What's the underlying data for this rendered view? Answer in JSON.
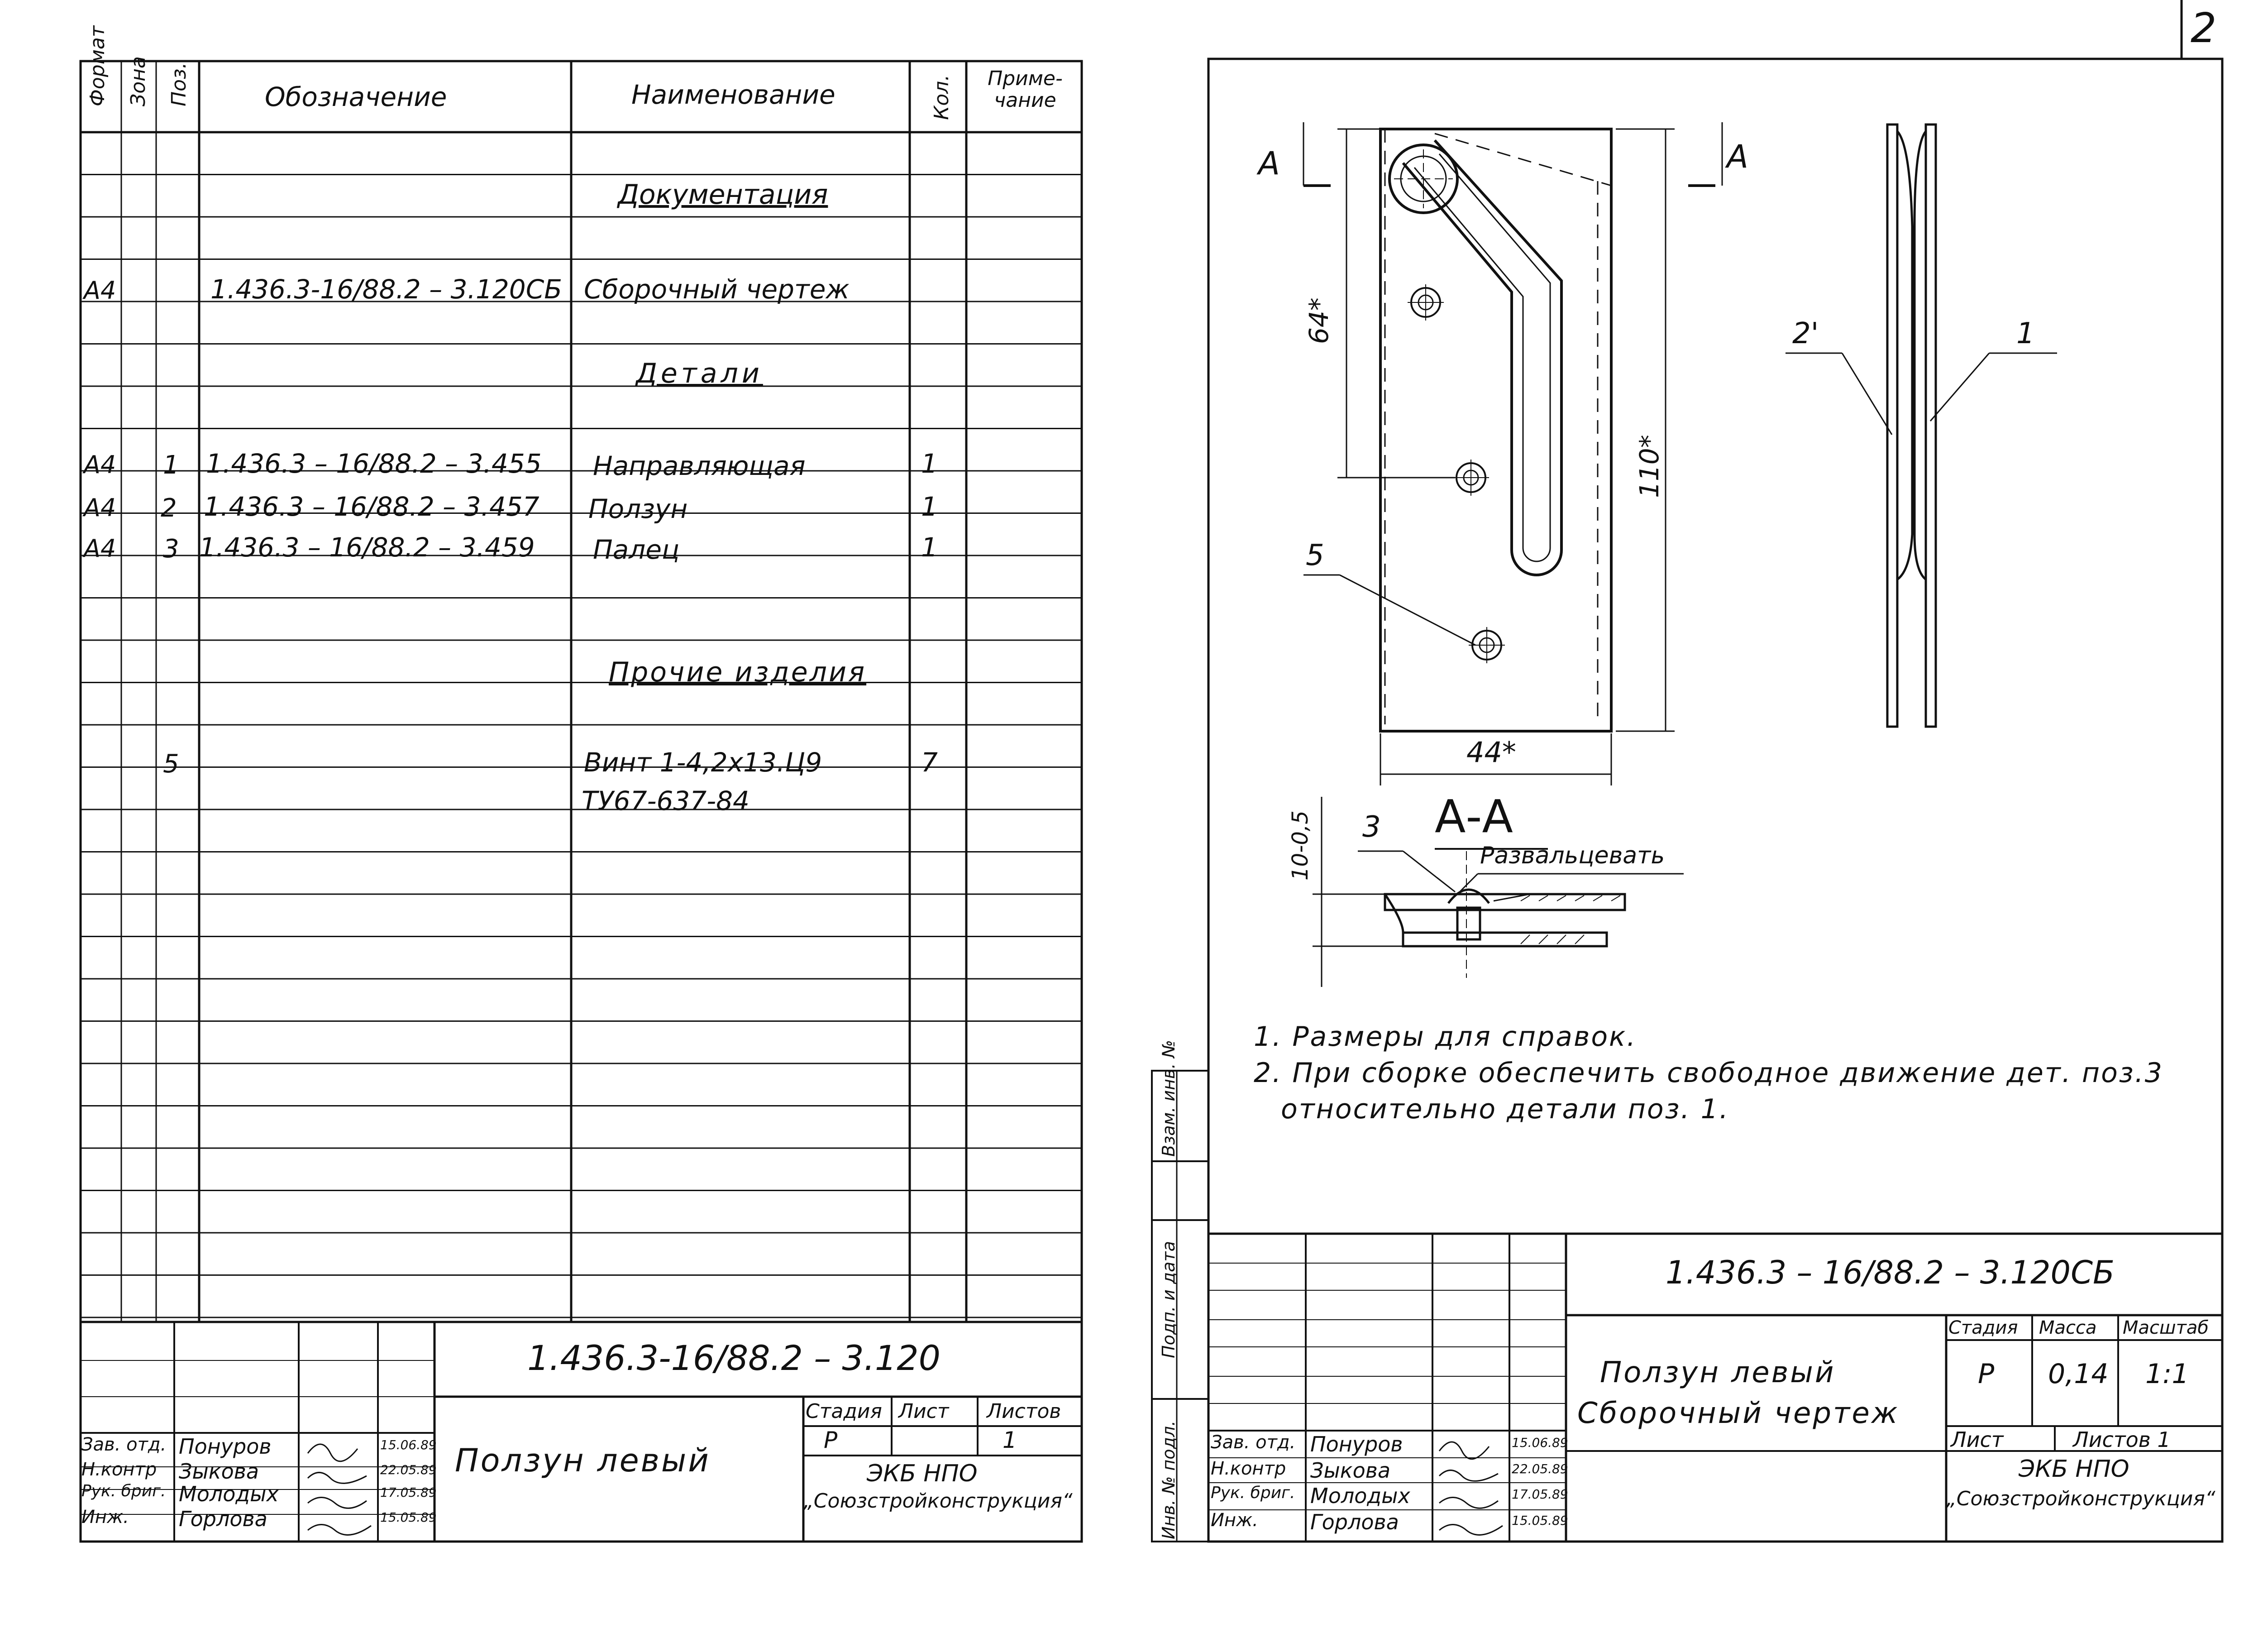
{
  "page_number": "2",
  "spec": {
    "header": {
      "format": "Формат",
      "zone": "Зона",
      "pos": "Поз.",
      "designation": "Обозначение",
      "name": "Наименование",
      "qty": "Кол.",
      "note": "Приме-чание"
    },
    "sections": {
      "documentation": "Документация",
      "parts": "Детали",
      "other": "Прочие изделия"
    },
    "rows": [
      {
        "format": "А4",
        "pos": "",
        "designation": "1.436.3-16/88.2 – 3.120СБ",
        "name": "Сборочный чертеж",
        "qty": ""
      },
      {
        "format": "А4",
        "pos": "1",
        "designation": "1.436.3 – 16/88.2 – 3.455",
        "name": "Направляющая",
        "qty": "1"
      },
      {
        "format": "А4",
        "pos": "2",
        "designation": "1.436.3 – 16/88.2 – 3.457",
        "name": "Ползун",
        "qty": "1"
      },
      {
        "format": "А4",
        "pos": "3",
        "designation": "1.436.3 – 16/88.2 – 3.459",
        "name": "Палец",
        "qty": "1"
      },
      {
        "format": "",
        "pos": "5",
        "designation": "",
        "name": "Винт 1-4,2х13.Ц9",
        "qty": "7"
      },
      {
        "format": "",
        "pos": "",
        "designation": "",
        "name": "ТУ67-637-84",
        "qty": ""
      }
    ],
    "title_block": {
      "code": "1.436.3-16/88.2 – 3.120",
      "title": "Ползун левый",
      "stage_label": "Стадия",
      "sheet_label": "Лист",
      "sheets_label": "Листов",
      "stage": "Р",
      "sheets": "1",
      "org1": "ЭКБ НПО",
      "org2": "„Союзстройконструкция“",
      "roles": [
        "Зав. отд.",
        "Н.контр",
        "Рук. бриг.",
        "Инж."
      ],
      "names": [
        "Понуров",
        "Зыкова",
        "Молодых",
        "Горлова"
      ],
      "dates": [
        "15.06.89",
        "22.05.89",
        "17.05.89",
        "15.05.89"
      ]
    }
  },
  "drawing": {
    "section_marks": [
      "А",
      "А"
    ],
    "dims": {
      "d64": "64*",
      "d110": "110*",
      "d44": "44*",
      "d10": "10-0,5"
    },
    "labels": {
      "p1": "1",
      "p2": "2'",
      "p3": "3",
      "p5": "5",
      "section": "А-А",
      "roll": "Развальцевать"
    },
    "notes": [
      "1. Размеры для справок.",
      "2. При сборке обеспечить свободное движение дет. поз.3",
      "относительно детали поз. 1."
    ],
    "side_labels": [
      "Взам. инв. №",
      "Подп. и дата",
      "Инв. № подл."
    ],
    "title_block": {
      "code": "1.436.3 – 16/88.2 – 3.120СБ",
      "title1": "Ползун левый",
      "title2": "Сборочный чертеж",
      "stage_label": "Стадия",
      "mass_label": "Масса",
      "scale_label": "Масштаб",
      "stage": "Р",
      "mass": "0,14",
      "scale": "1:1",
      "sheet_label": "Лист",
      "sheets_label": "Листов 1",
      "org1": "ЭКБ НПО",
      "org2": "„Союзстройконструкция“",
      "roles": [
        "Зав. отд.",
        "Н.контр",
        "Рук. бриг.",
        "Инж."
      ],
      "names": [
        "Понуров",
        "Зыкова",
        "Молодых",
        "Горлова"
      ],
      "dates": [
        "15.06.89",
        "22.05.89",
        "17.05.89",
        "15.05.89"
      ]
    }
  }
}
